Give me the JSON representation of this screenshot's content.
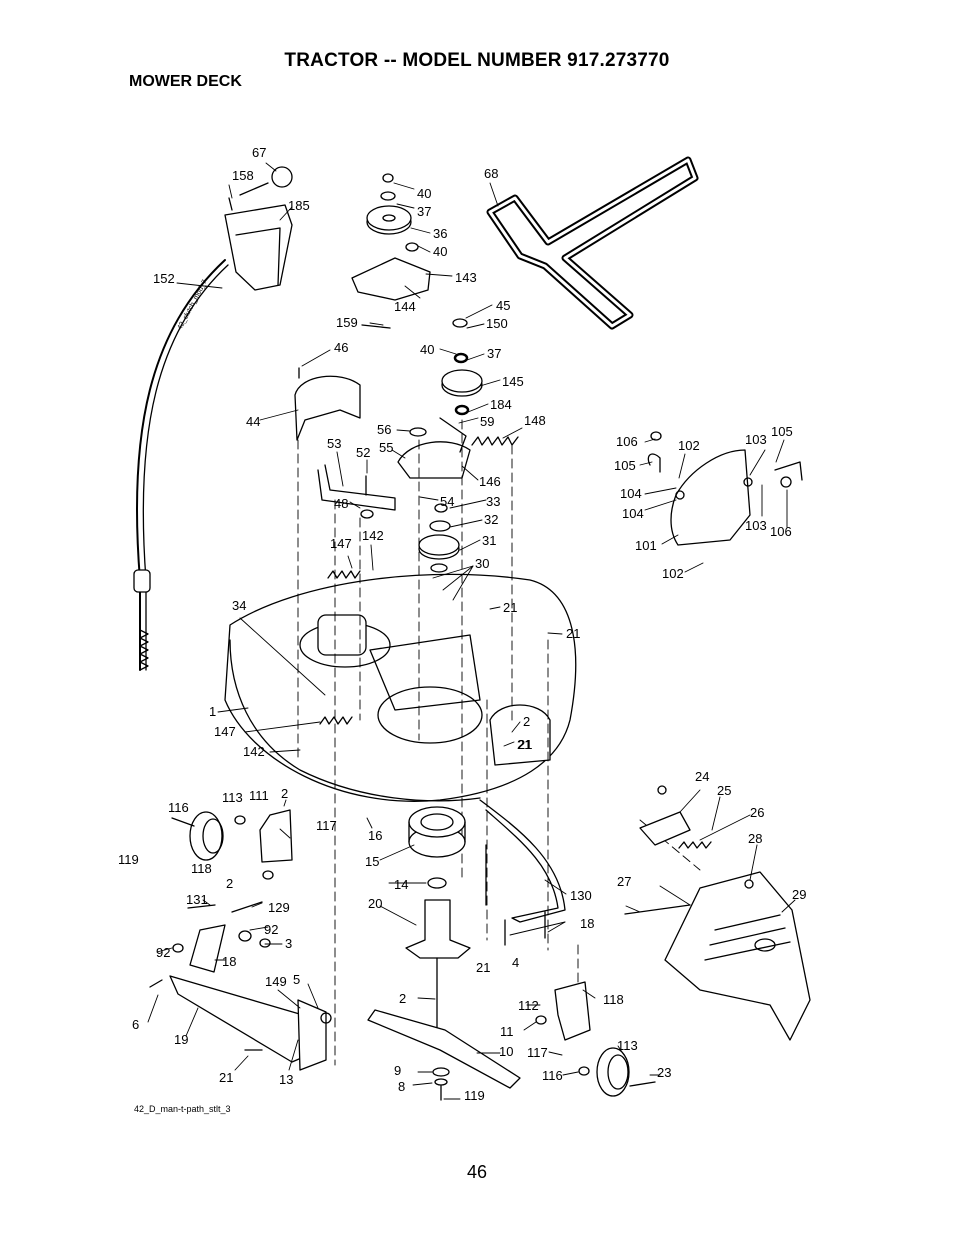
{
  "header": {
    "title": "TRACTOR -- MODEL NUMBER 917.273770",
    "subtitle": "MOWER DECK"
  },
  "footer": {
    "file_code": "42_D_man-t-path_stlt_3",
    "page_number": "46"
  },
  "diagram": {
    "cable_label": "42_clutch_mod_7",
    "labels": [
      "67",
      "158",
      "185",
      "152",
      "40",
      "37",
      "36",
      "40",
      "143",
      "144",
      "159",
      "68",
      "45",
      "150",
      "40",
      "37",
      "145",
      "184",
      "46",
      "44",
      "56",
      "59",
      "148",
      "55",
      "53",
      "52",
      "146",
      "48",
      "54",
      "33",
      "32",
      "147",
      "142",
      "31",
      "30",
      "34",
      "21",
      "21",
      "106",
      "102",
      "103",
      "105",
      "105",
      "104",
      "103",
      "104",
      "106",
      "101",
      "102",
      "1",
      "147",
      "2",
      "21",
      "142",
      "21",
      "116",
      "113",
      "111",
      "2",
      "117",
      "119",
      "118",
      "2",
      "16",
      "15",
      "14",
      "20",
      "130",
      "131",
      "129",
      "92",
      "92",
      "3",
      "18",
      "18",
      "21",
      "4",
      "149",
      "5",
      "6",
      "19",
      "21",
      "13",
      "2",
      "112",
      "118",
      "11",
      "10",
      "9",
      "8",
      "119",
      "117",
      "113",
      "116",
      "23",
      "24",
      "25",
      "26",
      "28",
      "27",
      "29"
    ]
  }
}
